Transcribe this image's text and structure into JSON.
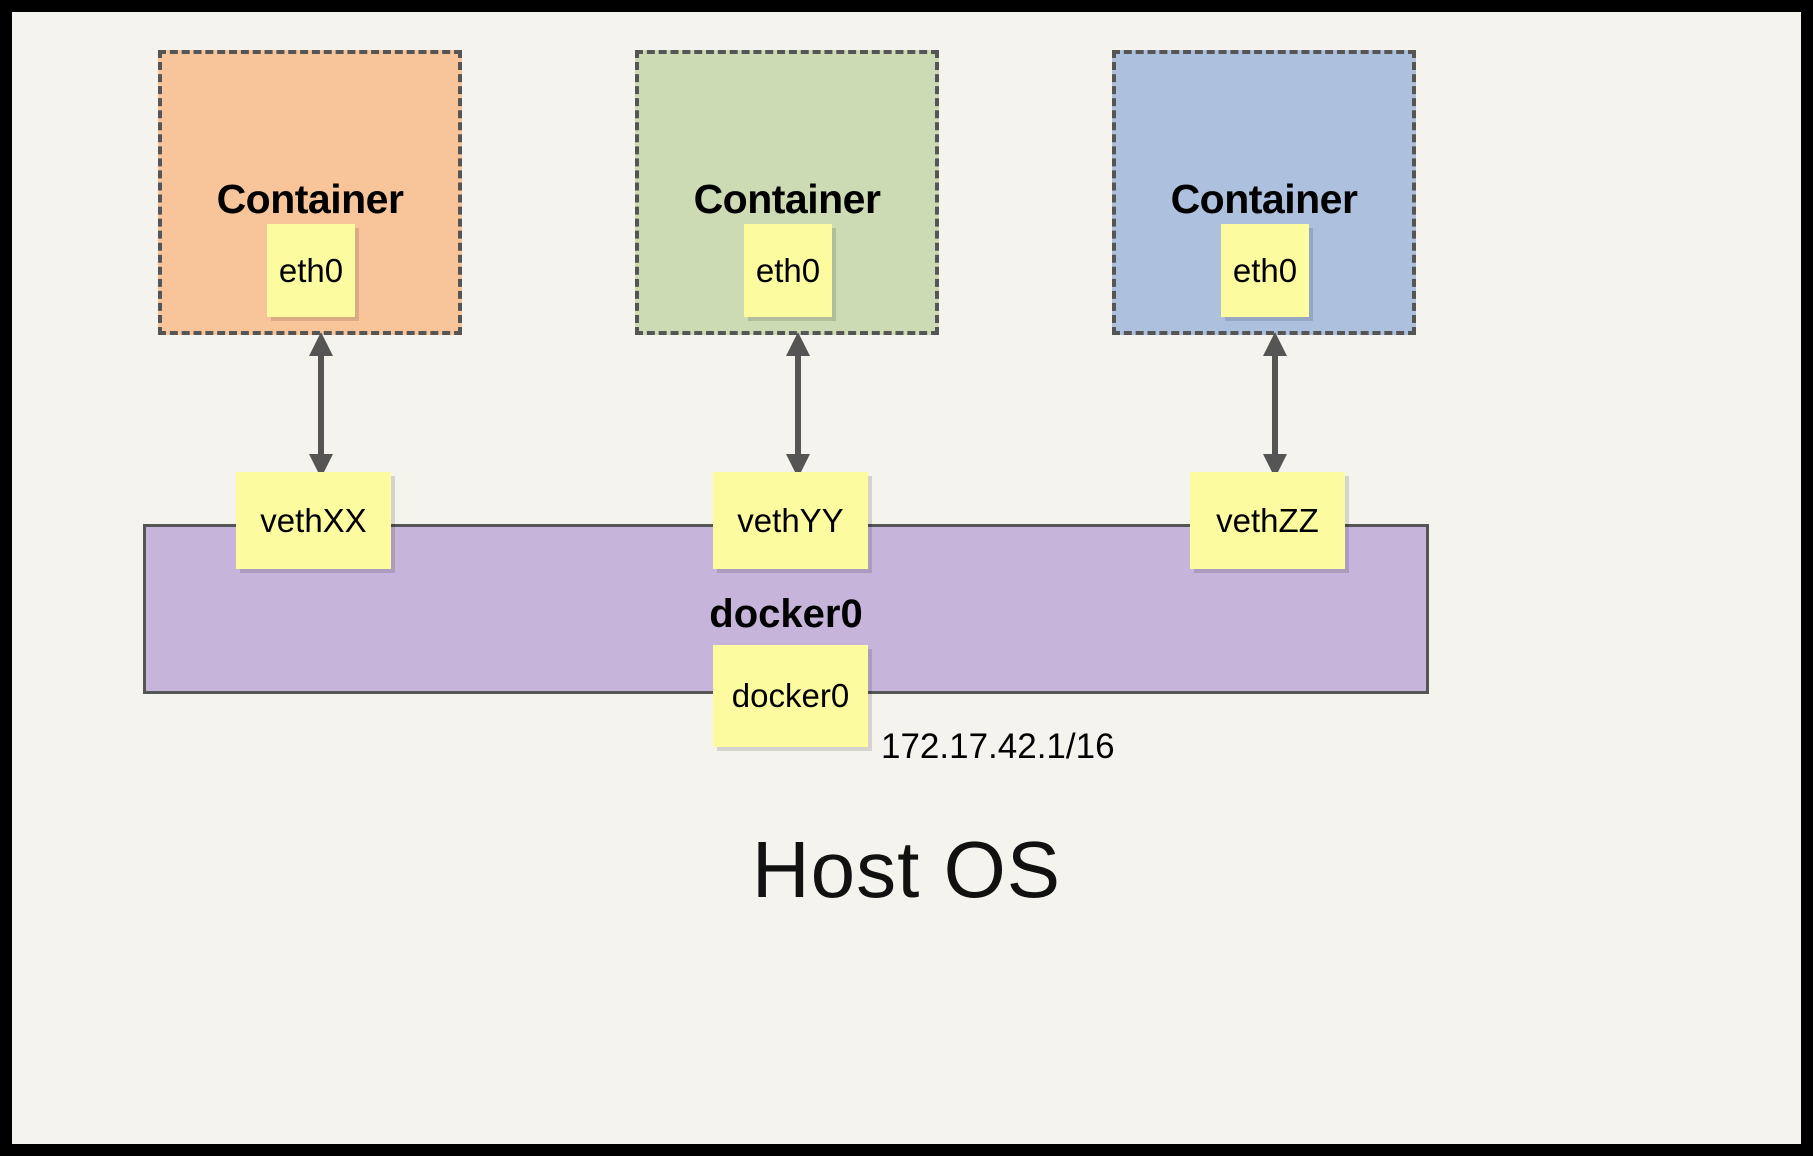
{
  "diagram": {
    "title_bottom": "Host OS",
    "bridge": {
      "name_label": "docker0",
      "note_label": "docker0",
      "ip_label": "172.17.42.1/16",
      "color": "#c6b4da",
      "border_color": "#555555"
    },
    "note_color": "#fdfba0",
    "canvas_color": "#f5f3ee",
    "frame_color": "#000000",
    "arrow_color": "#555555",
    "containers": [
      {
        "label": "Container",
        "interface_label": "eth0",
        "veth_label": "vethXX",
        "color": "#f8c59a",
        "border_color": "#555555"
      },
      {
        "label": "Container",
        "interface_label": "eth0",
        "veth_label": "vethYY",
        "color": "#ccdbb4",
        "border_color": "#555555"
      },
      {
        "label": "Container",
        "interface_label": "eth0",
        "veth_label": "vethZZ",
        "color": "#adc0de",
        "border_color": "#555555"
      }
    ]
  }
}
